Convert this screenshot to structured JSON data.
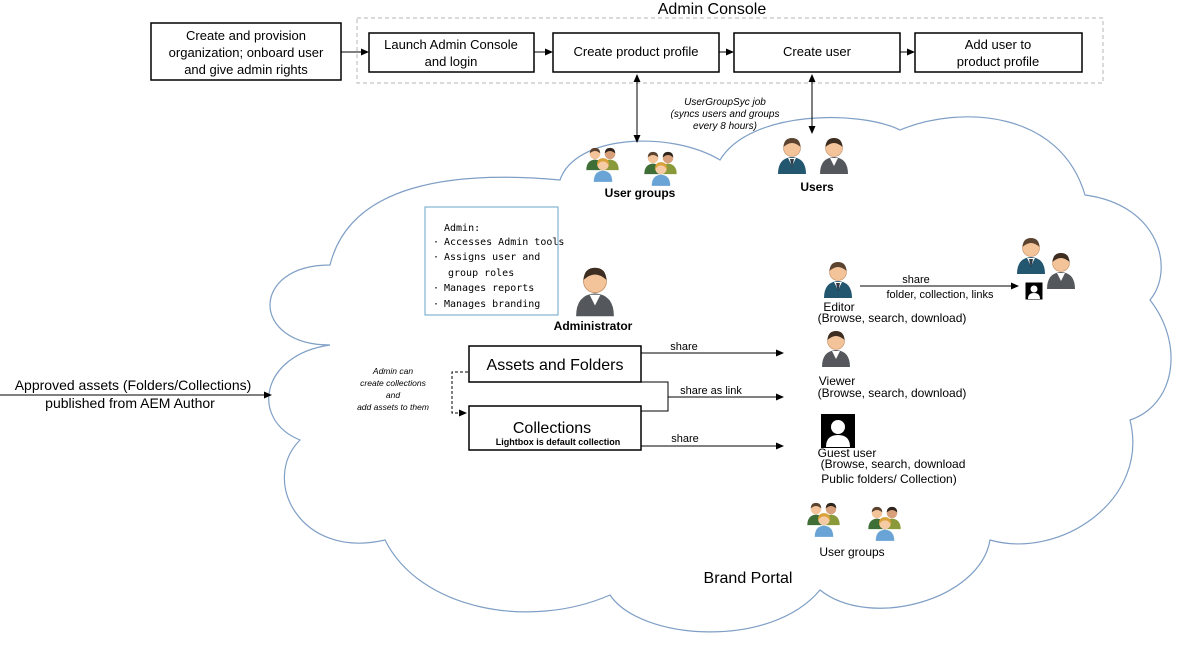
{
  "colors": {
    "cloud_stroke": "#7f9fc6",
    "box_stroke": "#000000",
    "admin_note_border": "#6aa6c8",
    "dashed_border": "#b5b5b5"
  },
  "admin_console": {
    "title": "Admin Console",
    "steps": [
      {
        "line1": "Create and provision",
        "line2": "organization; onboard user",
        "line3": "and give admin rights"
      },
      {
        "line1": "Launch Admin Console",
        "line2": "and login"
      },
      {
        "line1": "Create product profile"
      },
      {
        "line1": "Create user"
      },
      {
        "line1": "Add user to",
        "line2": "product profile"
      }
    ]
  },
  "sync": {
    "line1": "UserGroupSyc job",
    "line2": "(syncs users and groups",
    "line3": "every 8 hours)"
  },
  "brand_portal": {
    "label": "Brand Portal",
    "user_groups_top": "User groups",
    "users": "Users",
    "admin_note": {
      "heading": "Admin:",
      "items": [
        "Accesses Admin tools",
        "Assigns user and",
        "group roles",
        "Manages reports",
        "Manages branding"
      ]
    },
    "administrator": "Administrator",
    "admin_can": {
      "line1": "Admin can",
      "line2": "create collections",
      "line3": "and",
      "line4": "add assets to them"
    },
    "assets_box": "Assets and Folders",
    "collections_box": "Collections",
    "collections_sub": "Lightbox is default collection",
    "share_1": "share",
    "share_as_link": "share as link",
    "share_2": "share",
    "editor": {
      "share": "share",
      "share_detail": "folder, collection, links",
      "name": "Editor",
      "desc": "(Browse, search, download)"
    },
    "viewer": {
      "name": "Viewer",
      "desc": "(Browse, search, download)"
    },
    "guest": {
      "name": "Guest user",
      "desc1": "(Browse, search, download",
      "desc2": "Public folders/ Collection)"
    },
    "user_groups_bottom": "User groups"
  },
  "input": {
    "line1": "Approved assets (Folders/Collections)",
    "line2": "published from AEM Author"
  },
  "icons": [
    "person-icon",
    "user-group-icon",
    "guest-silhouette-icon"
  ]
}
